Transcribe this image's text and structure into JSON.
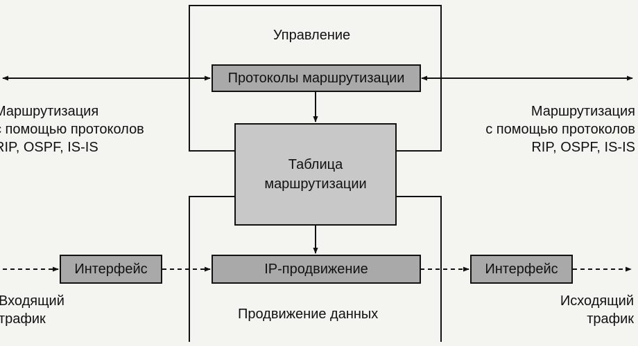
{
  "diagram": {
    "control_plane_label": "Управление",
    "data_plane_label": "Продвижение данных",
    "routing_protocols_box": "Протоколы маршрутизации",
    "routing_table_box": {
      "line1": "Таблица",
      "line2": "маршрутизации"
    },
    "ip_forwarding_box": "IP-продвижение",
    "interface_in_box": "Интерфейс",
    "interface_out_box": "Интерфейс",
    "left_routing_text": {
      "line1": "Маршрутизация",
      "line2": "с помощью протоколов",
      "line3": "RIP, OSPF, IS-IS"
    },
    "right_routing_text": {
      "line1": "Маршрутизация",
      "line2": "с помощью протоколов",
      "line3": "RIP, OSPF, IS-IS"
    },
    "incoming_traffic": {
      "line1": "Входящий",
      "line2": "трафик"
    },
    "outgoing_traffic": {
      "line1": "Исходящий",
      "line2": "трафик"
    }
  }
}
